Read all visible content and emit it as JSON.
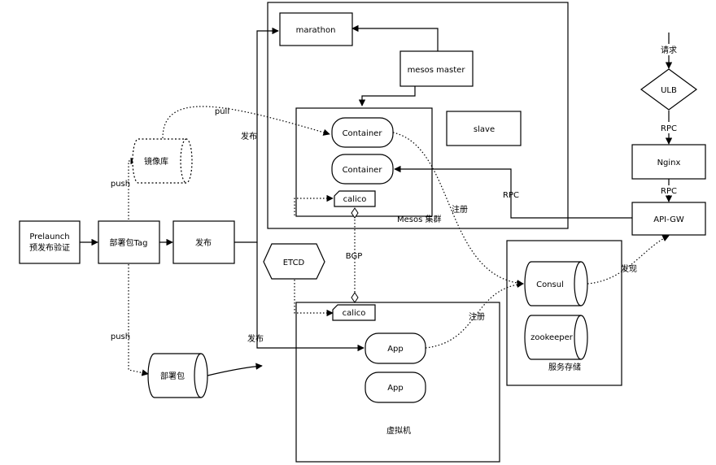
{
  "nodes": {
    "prelaunch_line1": "Prelaunch",
    "prelaunch_line2": "预发布验证",
    "tag": "部署包Tag",
    "publish": "发布",
    "mirror": "镜像库",
    "package": "部署包",
    "etcd": "ETCD",
    "marathon": "marathon",
    "mesos_master": "mesos master",
    "container1": "Container",
    "container2": "Container",
    "slave": "slave",
    "calico_top": "calico",
    "calico_vm": "calico",
    "app1": "App",
    "app2": "App",
    "consul": "Consul",
    "zookeeper": "zookeeper",
    "request": "请求",
    "ulb": "ULB",
    "nginx": "Nginx",
    "apigw": "API-GW"
  },
  "groups": {
    "mesos_cluster": "Mesos 集群",
    "vm": "虚拟机",
    "service_storage": "服务存储"
  },
  "edge_labels": {
    "pull": "pull",
    "push_mirror": "push",
    "push_package": "push",
    "publish_mesos": "发布",
    "publish_vm": "发布",
    "bgp": "BGP",
    "register_container": "注册",
    "register_app": "注册",
    "rpc_container": "RPC",
    "discover": "发现",
    "rpc_ulb": "RPC",
    "rpc_nginx": "RPC"
  }
}
